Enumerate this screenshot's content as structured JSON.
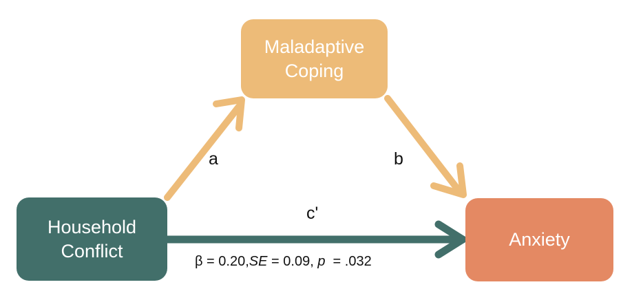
{
  "colors": {
    "mediator": "#EDBB78",
    "predictor": "#426F6A",
    "outcome": "#E48963",
    "path_ab": "#EDBB78",
    "path_c": "#426F6A"
  },
  "nodes": {
    "mediator": {
      "line1": "Maladaptive",
      "line2": "Coping"
    },
    "predictor": {
      "line1": "Household",
      "line2": "Conflict"
    },
    "outcome": {
      "line1": "Anxiety"
    }
  },
  "paths": {
    "a": "a",
    "b": "b",
    "c_prime": "c'"
  },
  "stats": {
    "beta": "β = 0.20,",
    "se_label": "SE",
    "se_value": " = 0.09, ",
    "p_label": "p",
    "p_value": "  = .032"
  }
}
